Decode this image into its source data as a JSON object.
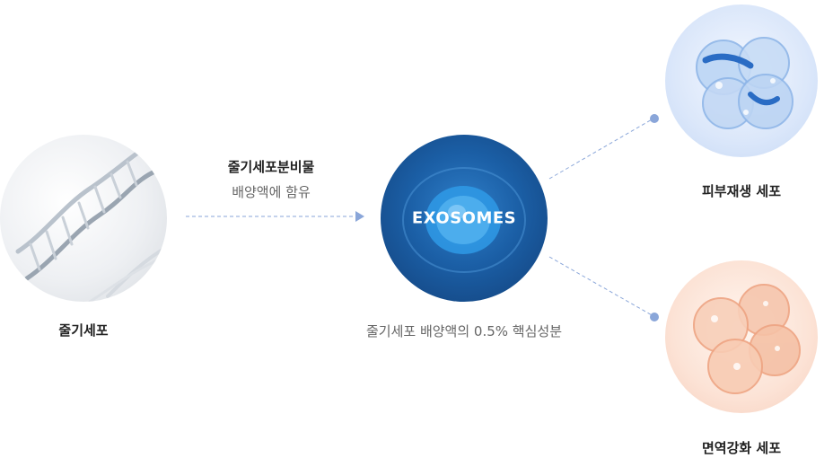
{
  "stem_cell": {
    "label": "줄기세포"
  },
  "secretion": {
    "title": "줄기세포분비물",
    "subtitle": "배양액에 함유"
  },
  "exosome": {
    "label": "EXOSOMES",
    "caption": "줄기세포 배양액의 0.5% 핵심성분"
  },
  "skin_cell": {
    "label": "피부재생 세포"
  },
  "immune_cell": {
    "label": "면역강화 세포"
  },
  "colors": {
    "line": "#8aa6d9",
    "dot": "#8aa6d9",
    "exosome": "#1b5fa6"
  }
}
